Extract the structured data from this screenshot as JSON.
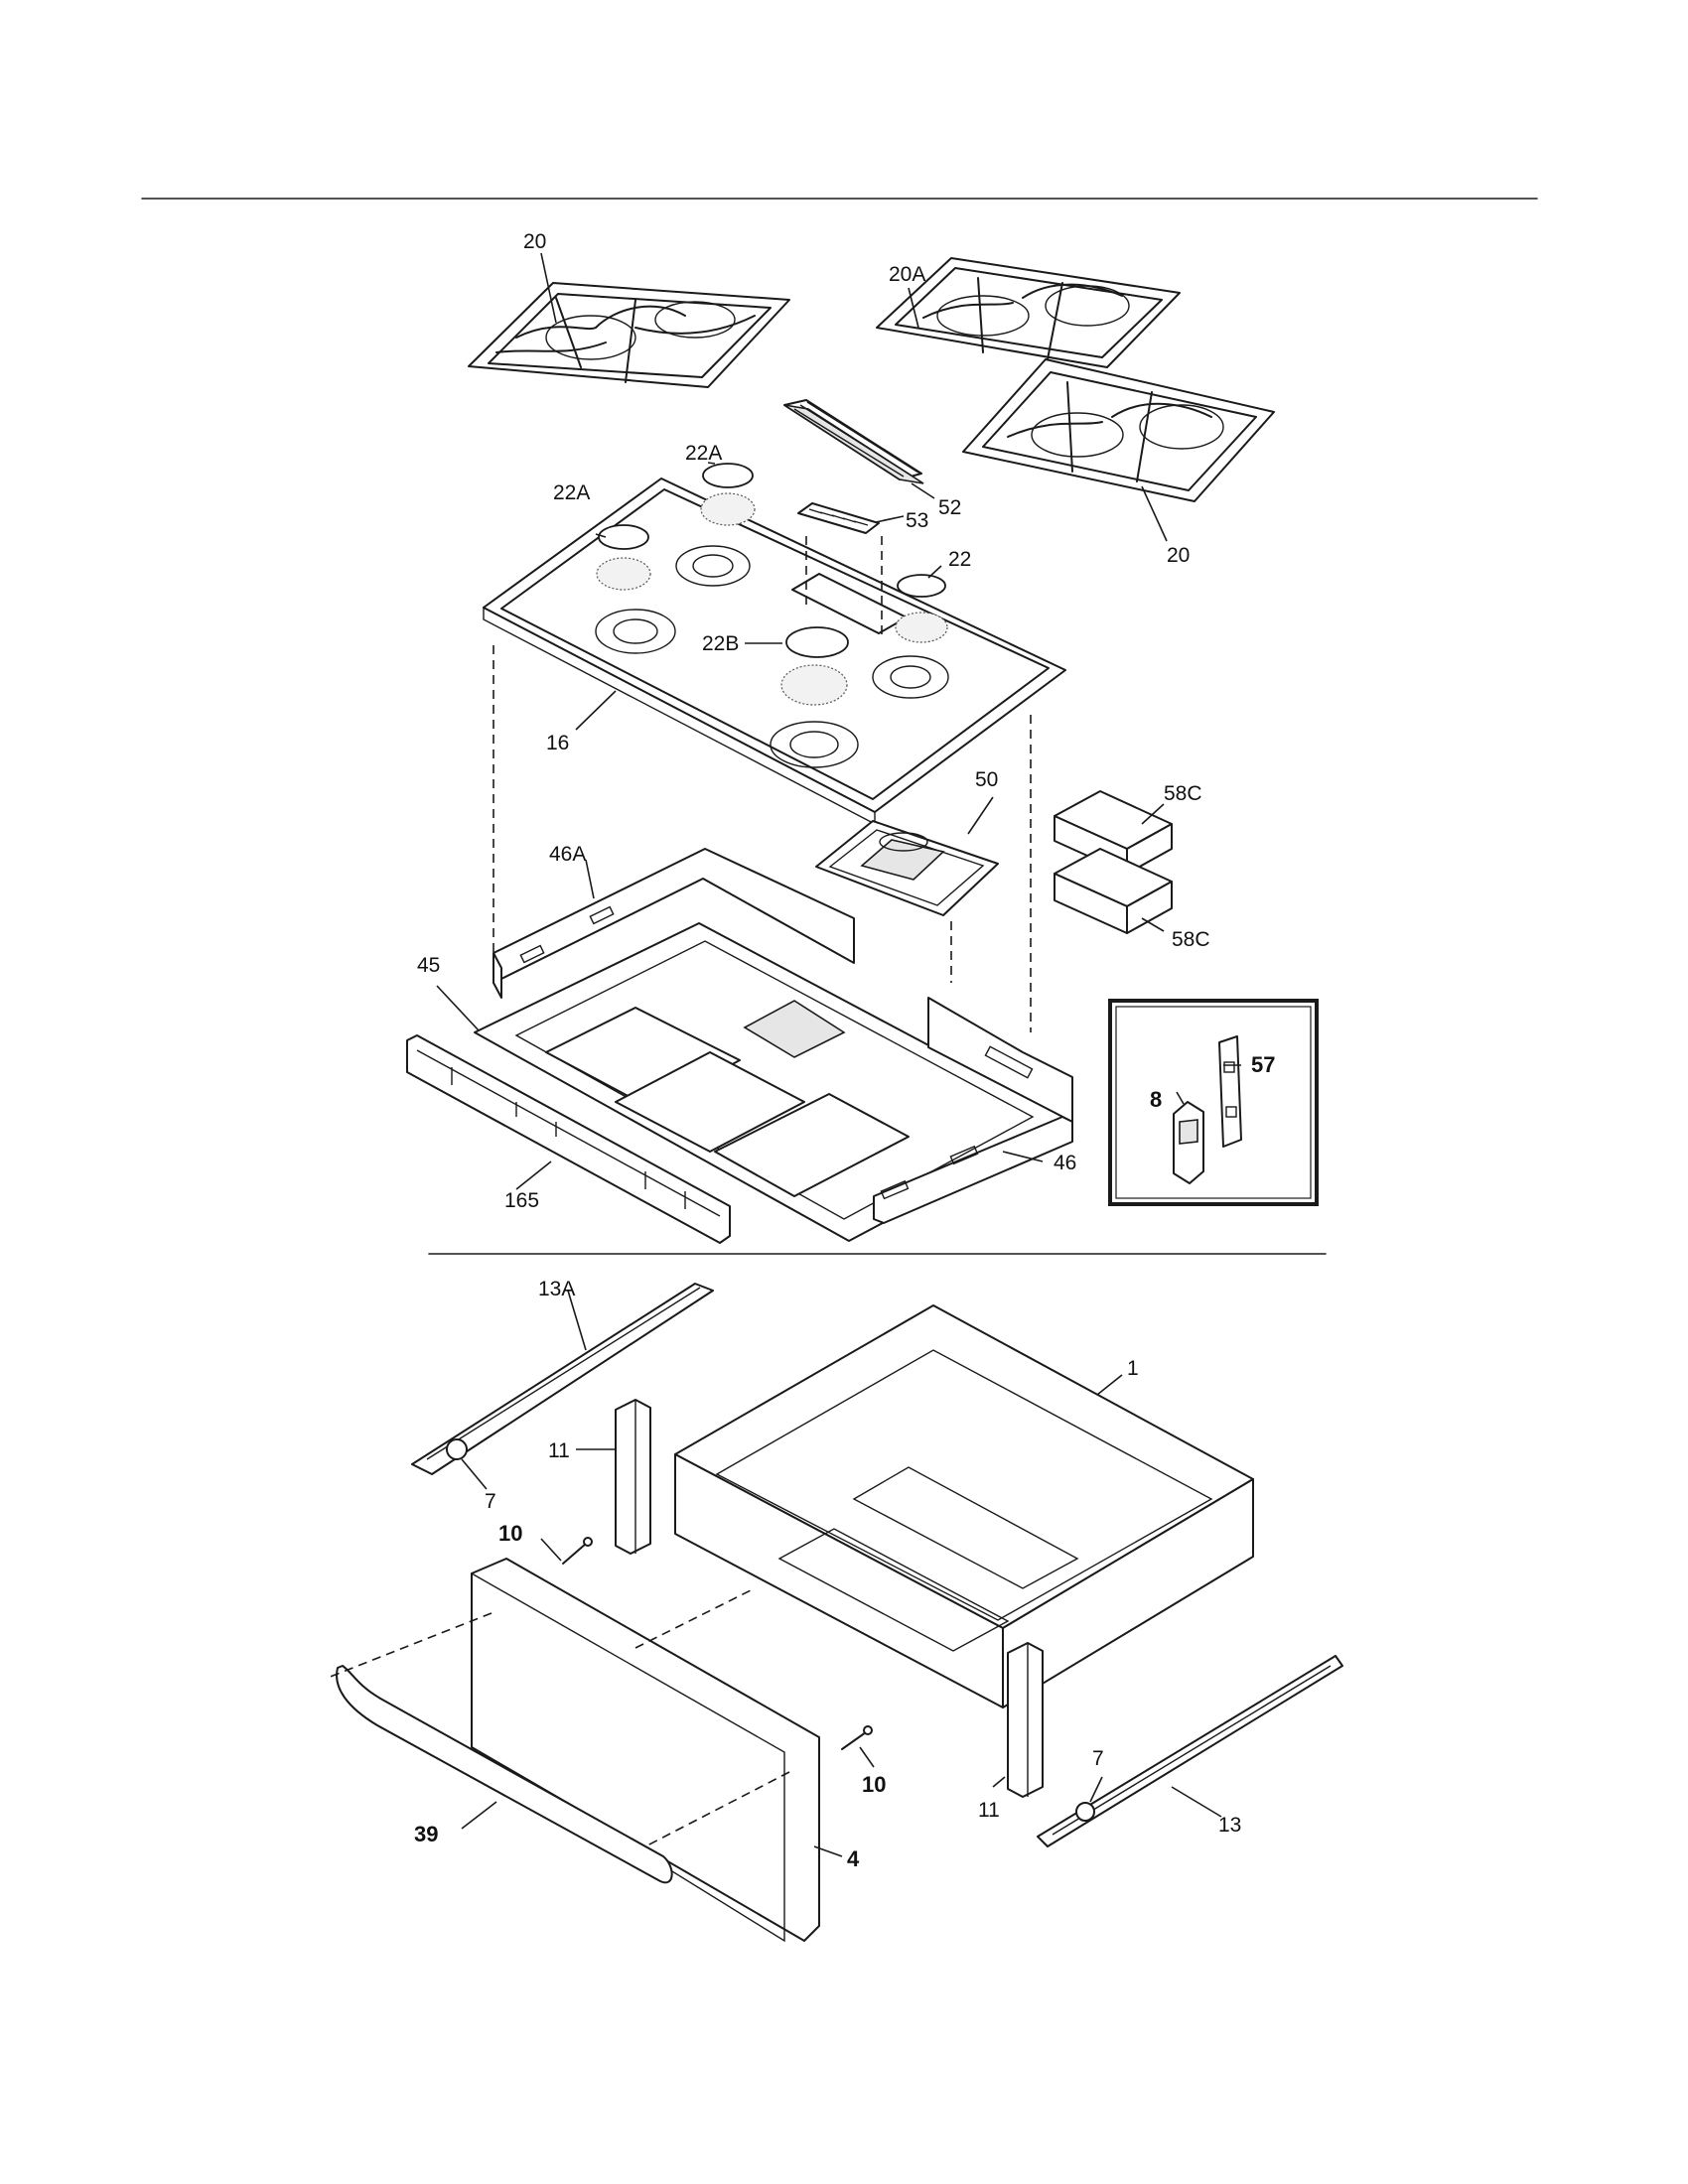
{
  "labels": {
    "grate_left": "20",
    "grate_right_rear": "20A",
    "grate_right_front": "20",
    "cap_rear_center": "22A",
    "cap_left": "22A",
    "cap_right": "22",
    "cap_center": "22B",
    "griddle_cover": "52",
    "vent_grille": "53",
    "cooktop": "16",
    "burner_box": "50",
    "foam_block_top": "58C",
    "foam_block_bottom": "58C",
    "rear_panel": "46A",
    "main_top": "45",
    "front_rail": "165",
    "side_panel": "46",
    "inset_part_8": "8",
    "inset_part_57": "57",
    "slide_left": "13A",
    "roller_left": "7",
    "bracket_left": "11",
    "screw_left": "10",
    "drawer_body": "1",
    "drawer_front": "4",
    "handle": "39",
    "screw_right": "10",
    "bracket_right": "11",
    "roller_right": "7",
    "slide_right": "13"
  }
}
